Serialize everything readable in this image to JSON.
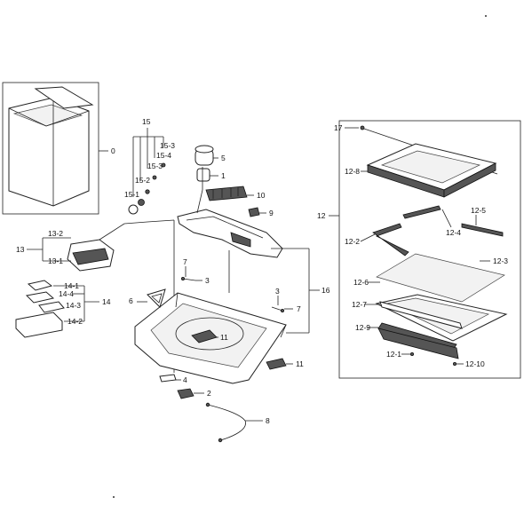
{
  "callouts": {
    "c0": "0",
    "c1": "1",
    "c2": "2",
    "c3a": "3",
    "c3b": "3",
    "c4": "4",
    "c5": "5",
    "c6": "6",
    "c7a": "7",
    "c7b": "7",
    "c8": "8",
    "c9": "9",
    "c10": "10",
    "c11a": "11",
    "c11b": "11",
    "c12": "12",
    "c12_1": "12-1",
    "c12_2": "12-2",
    "c12_3": "12-3",
    "c12_4": "12-4",
    "c12_5": "12-5",
    "c12_6": "12-6",
    "c12_7": "12-7",
    "c12_8": "12-8",
    "c12_9": "12-9",
    "c12_10": "12-10",
    "c13": "13",
    "c13_1": "13-1",
    "c13_2": "13-2",
    "c14": "14",
    "c14_1": "14-1",
    "c14_2": "14-2",
    "c14_3": "14-3",
    "c14_4": "14-4",
    "c15": "15",
    "c15_1": "15-1",
    "c15_2": "15-2",
    "c15_3a": "15-3",
    "c15_3b": "15-3",
    "c15_4": "15-4",
    "c16": "16",
    "c17": "17"
  }
}
